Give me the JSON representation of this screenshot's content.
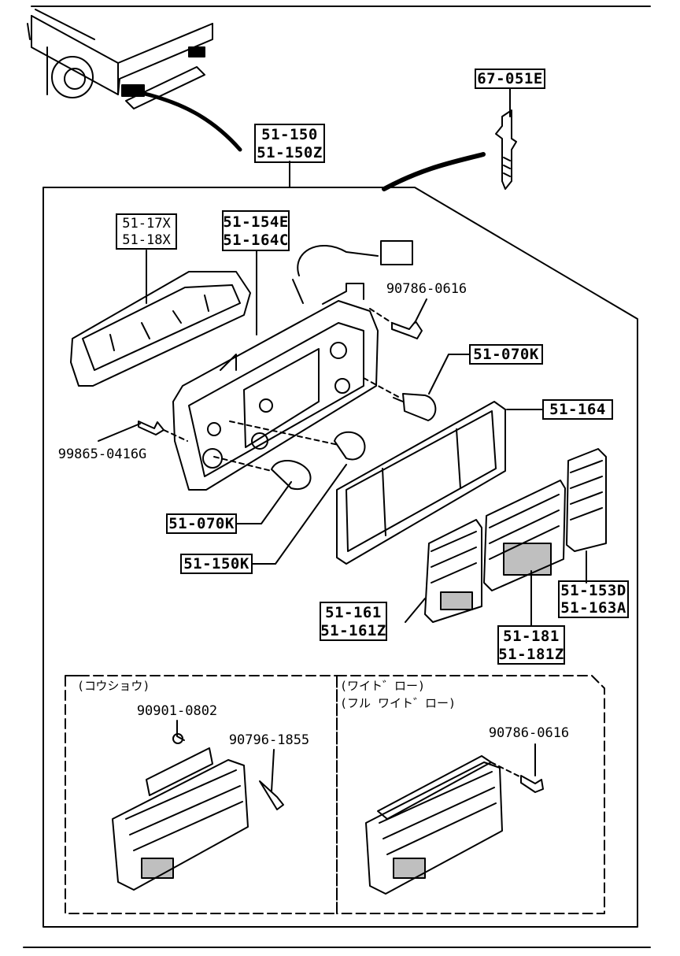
{
  "labels": {
    "p67_051E": "67-051E",
    "p51_150": "51-150",
    "p51_150Z": "51-150Z",
    "p51_17X": "51-17X",
    "p51_18X": "51-18X",
    "p51_154E": "51-154E",
    "p51_164C": "51-164C",
    "p90786_0616a": "90786-0616",
    "p51_070K_right": "51-070K",
    "p51_164": "51-164",
    "p99865_0416G": "99865-0416G",
    "p51_070K_left": "51-070K",
    "p51_150K": "51-150K",
    "p51_153D": "51-153D",
    "p51_163A": "51-163A",
    "p51_161": "51-161",
    "p51_161Z": "51-161Z",
    "p51_181": "51-181",
    "p51_181Z": "51-181Z",
    "p90901_0802": "90901-0802",
    "p90796_1855": "90796-1855",
    "p90786_0616b": "90786-0616"
  },
  "sections": {
    "left_title": "(コウショウ)",
    "right_title1": "(ワイト゛ロー)",
    "right_title2": "(フル ワイト゛ロー)"
  }
}
